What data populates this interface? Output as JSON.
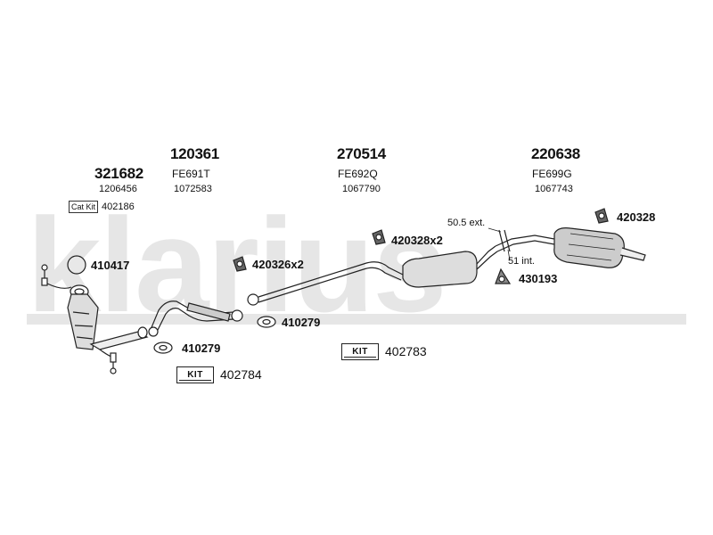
{
  "watermark": "klarius",
  "groups": [
    {
      "part": "321682",
      "code": "",
      "ref": "1206456"
    },
    {
      "part": "120361",
      "code": "FE691T",
      "ref": "1072583"
    },
    {
      "part": "270514",
      "code": "FE692Q",
      "ref": "1067790"
    },
    {
      "part": "220638",
      "code": "FE699G",
      "ref": "1067743"
    }
  ],
  "cat_kit": {
    "label": "Cat Kit",
    "number": "402186"
  },
  "fittings": {
    "p410417": "410417",
    "p420326": "420326x2",
    "p420328x2": "420328x2",
    "p420328": "420328",
    "p430193": "430193",
    "p410279a": "410279",
    "p410279b": "410279"
  },
  "kits": [
    {
      "label": "KIT",
      "number": "402783"
    },
    {
      "label": "KIT",
      "number": "402784"
    }
  ],
  "dimensions": {
    "ext": "50.5 ext.",
    "int": "51 int."
  }
}
